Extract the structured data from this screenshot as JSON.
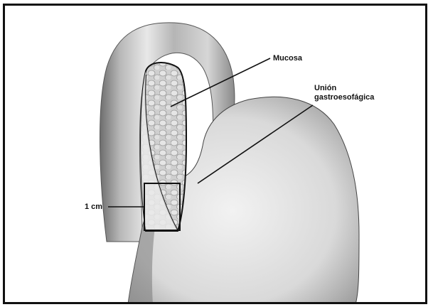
{
  "labels": {
    "mucosa": "Mucosa",
    "union_line1": "Unión",
    "union_line2": "gastroesofágica",
    "length": "1 cm"
  }
}
